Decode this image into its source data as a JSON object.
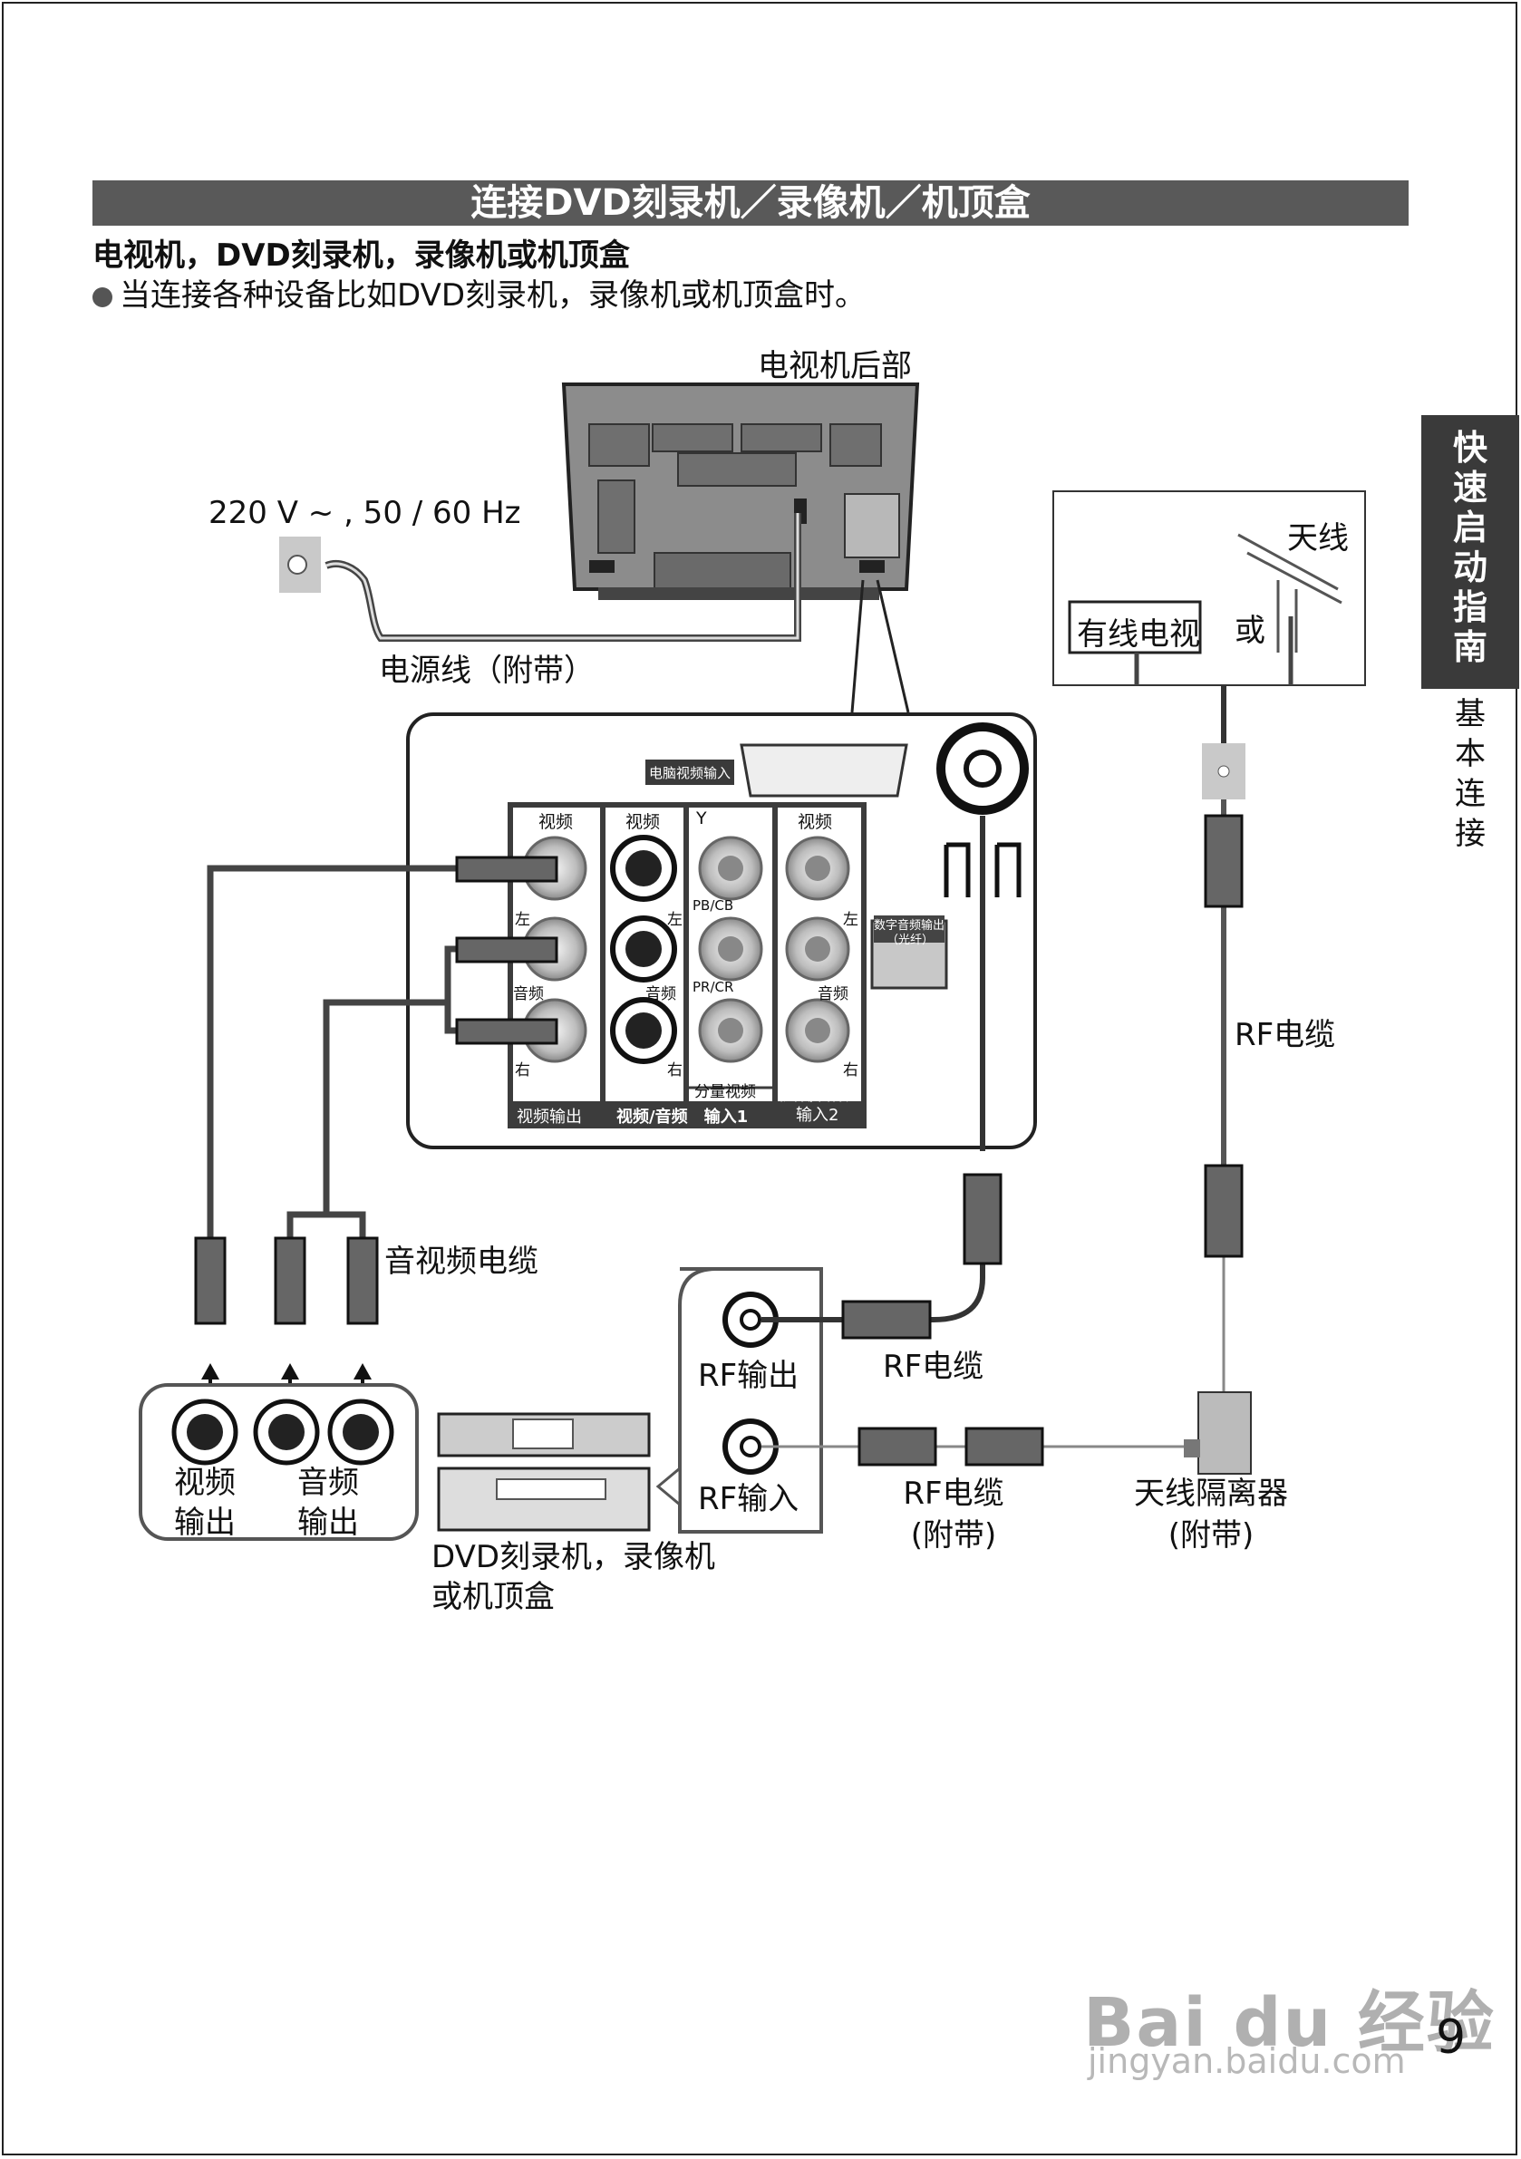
{
  "header": {
    "title": "连接DVD刻录机／录像机／机顶盒",
    "subtitle": "电视机，DVD刻录机，录像机或机顶盒",
    "bullet": "当连接各种设备比如DVD刻录机，录像机或机顶盒时。"
  },
  "side_tab": {
    "chars": [
      "快",
      "速",
      "启",
      "动",
      "指",
      "南"
    ],
    "sub_chars": [
      "基",
      "本",
      "连",
      "接"
    ]
  },
  "labels": {
    "tv_back": "电视机后部",
    "power_spec": "220 V ~ , 50 / 60 Hz",
    "power_cord": "电源线（附带）",
    "antenna": "天线",
    "cable_tv": "有线电视",
    "or": "或",
    "rf_cable_right": "RF电缆",
    "av_cable": "音视频电缆",
    "rf_out": "RF输出",
    "rf_in": "RF输入",
    "rf_cable_mid": "RF电缆",
    "rf_cable_supplied": "RF电缆",
    "rf_cable_supplied_note": "(附带)",
    "splitter": "天线隔离器",
    "splitter_note": "(附带)",
    "video_out_1": "视频",
    "video_out_2": "输出",
    "audio_out_1": "音频",
    "audio_out_2": "输出",
    "device_line1": "DVD刻录机，录像机",
    "device_line2": "或机顶盒"
  },
  "panel": {
    "pc_input": "电脑视频输入",
    "digital_audio_out_1": "数字音频输出",
    "digital_audio_out_2": "（光纤）",
    "col_video_1": "视频",
    "col_video_2": "视频",
    "col_y": "Y",
    "col_video_4": "视频",
    "left_1": "左",
    "left_2": "左",
    "left_4": "左",
    "audio_1": "音频",
    "audio_2": "音频",
    "audio_4": "音频",
    "right_1": "右",
    "right_2": "右",
    "right_4": "右",
    "pb_cb": "PB/CB",
    "pr_cr": "PR/CR",
    "component": "分量视频",
    "footer_video_out": "视频输出",
    "footer_av_in1": "视频/音频　输入1",
    "footer_av_in2_1": "视频/音频",
    "footer_av_in2_2": "输入2"
  },
  "page_number": "9",
  "watermark": {
    "text": "Bai du 经验",
    "url": "jingyan.baidu.com"
  }
}
